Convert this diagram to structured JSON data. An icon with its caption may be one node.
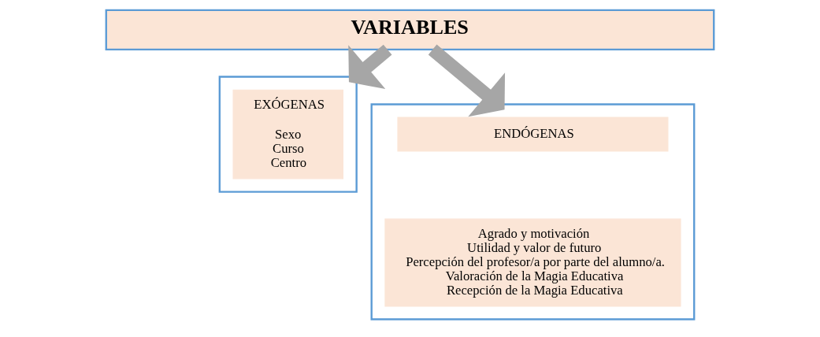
{
  "diagram": {
    "nodes": [
      {
        "text": [
          "VARIABLES"
        ]
      },
      {
        "text": [],
        "shape": "box"
      },
      {
        "text": [
          "EXÓGENAS",
          "Sexo",
          "Curso",
          "Centro"
        ],
        "in": 1
      },
      {
        "text": [],
        "shape": "box"
      },
      {
        "text": [
          "ENDÓGENAS"
        ],
        "in": 3
      },
      {
        "text": [
          "Agrado y motivación",
          "Utilidad y valor de futuro",
          "Percepción del profesor/a por parte del alumno/a.",
          "Valoración de la Magia Educativa",
          "Recepción de la Magia Educativa"
        ],
        "in": 3
      }
    ],
    "edges": [
      {
        "from": 0,
        "to": 1,
        "arrow": "to"
      },
      {
        "from": 0,
        "to": 3,
        "arrow": "to"
      }
    ]
  }
}
